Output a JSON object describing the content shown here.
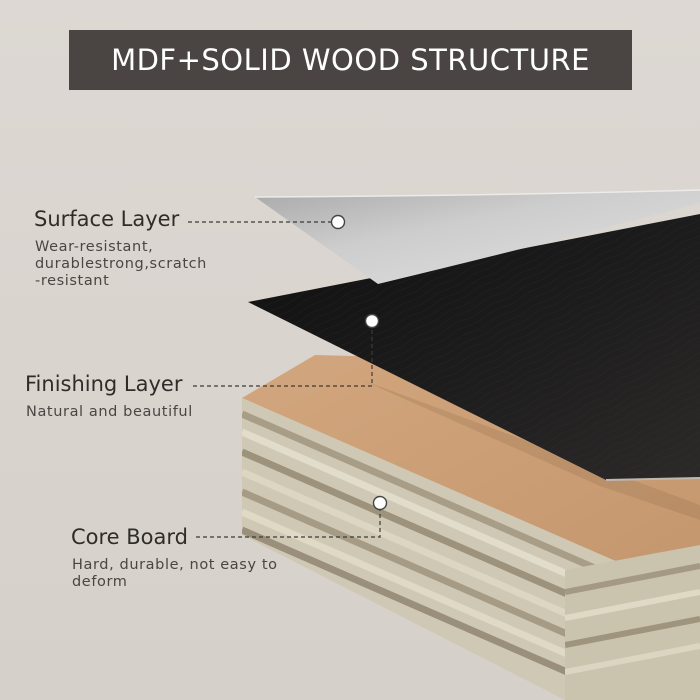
{
  "title": "MDF+SOLID WOOD STRUCTURE",
  "layers": [
    {
      "id": "surface",
      "name": "Surface Layer",
      "description_lines": [
        "Wear-resistant,",
        "durablestrong,scratch",
        "-resistant"
      ]
    },
    {
      "id": "finishing",
      "name": "Finishing Layer",
      "description_lines": [
        "Natural and beautiful"
      ]
    },
    {
      "id": "core",
      "name": "Core Board",
      "description_lines": [
        "Hard, durable, not easy to",
        "deform"
      ]
    }
  ],
  "colors": {
    "background": "#d9d3ce",
    "title_bar": "#4a4542",
    "surface_sheet": "#c6c6c6",
    "finishing_sheet": "#1b1a1a",
    "core_top": "#c99f78",
    "core_edge": "#c8c2ae"
  }
}
